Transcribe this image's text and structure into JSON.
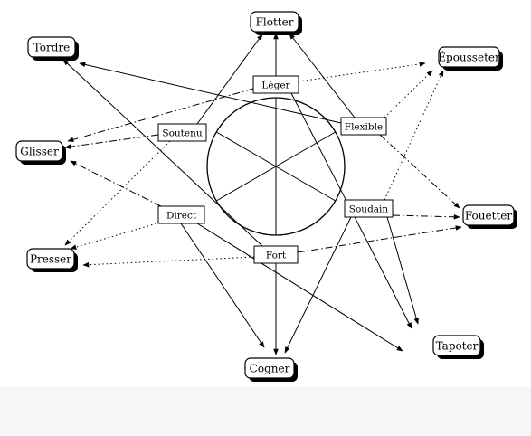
{
  "diagram": {
    "actions": [
      {
        "id": "flotter",
        "label": "Flotter"
      },
      {
        "id": "tordre",
        "label": "Tordre"
      },
      {
        "id": "epousseter",
        "label": "Épousseter"
      },
      {
        "id": "glisser",
        "label": "Glisser"
      },
      {
        "id": "fouetter",
        "label": "Fouetter"
      },
      {
        "id": "presser",
        "label": "Presser"
      },
      {
        "id": "tapoter",
        "label": "Tapoter"
      },
      {
        "id": "cogner",
        "label": "Cogner"
      }
    ],
    "qualities": [
      {
        "id": "leger",
        "label": "Léger"
      },
      {
        "id": "soutenu",
        "label": "Soutenu"
      },
      {
        "id": "flexible",
        "label": "Flexible"
      },
      {
        "id": "direct",
        "label": "Direct"
      },
      {
        "id": "soudain",
        "label": "Soudain"
      },
      {
        "id": "fort",
        "label": "Fort"
      }
    ],
    "connections": [
      {
        "from": "leger",
        "to": "flotter",
        "style": "solid"
      },
      {
        "from": "soutenu",
        "to": "flotter",
        "style": "solid"
      },
      {
        "from": "flexible",
        "to": "flotter",
        "style": "solid"
      },
      {
        "from": "flexible",
        "to": "tordre",
        "style": "solid"
      },
      {
        "from": "fort",
        "to": "tordre",
        "style": "solid"
      },
      {
        "from": "soutenu",
        "to": "glisser",
        "style": "dashdot"
      },
      {
        "from": "leger",
        "to": "glisser",
        "style": "dashdot"
      },
      {
        "from": "direct",
        "to": "glisser",
        "style": "dashdot"
      },
      {
        "from": "flexible",
        "to": "fouetter",
        "style": "dashdot"
      },
      {
        "from": "soudain",
        "to": "fouetter",
        "style": "dashdot"
      },
      {
        "from": "fort",
        "to": "fouetter",
        "style": "dashdot"
      },
      {
        "from": "leger",
        "to": "epousseter",
        "style": "dotted"
      },
      {
        "from": "flexible",
        "to": "epousseter",
        "style": "dotted"
      },
      {
        "from": "soudain",
        "to": "epousseter",
        "style": "dotted"
      },
      {
        "from": "soutenu",
        "to": "presser",
        "style": "dotted"
      },
      {
        "from": "direct",
        "to": "presser",
        "style": "dotted"
      },
      {
        "from": "fort",
        "to": "presser",
        "style": "dotted"
      },
      {
        "from": "fort",
        "to": "cogner",
        "style": "solid"
      },
      {
        "from": "direct",
        "to": "cogner",
        "style": "solid"
      },
      {
        "from": "soudain",
        "to": "cogner",
        "style": "solid"
      },
      {
        "from": "leger",
        "to": "tapoter",
        "style": "solid"
      },
      {
        "from": "soudain",
        "to": "tapoter",
        "style": "solid"
      },
      {
        "from": "direct",
        "to": "tapoter",
        "style": "solid"
      }
    ]
  }
}
